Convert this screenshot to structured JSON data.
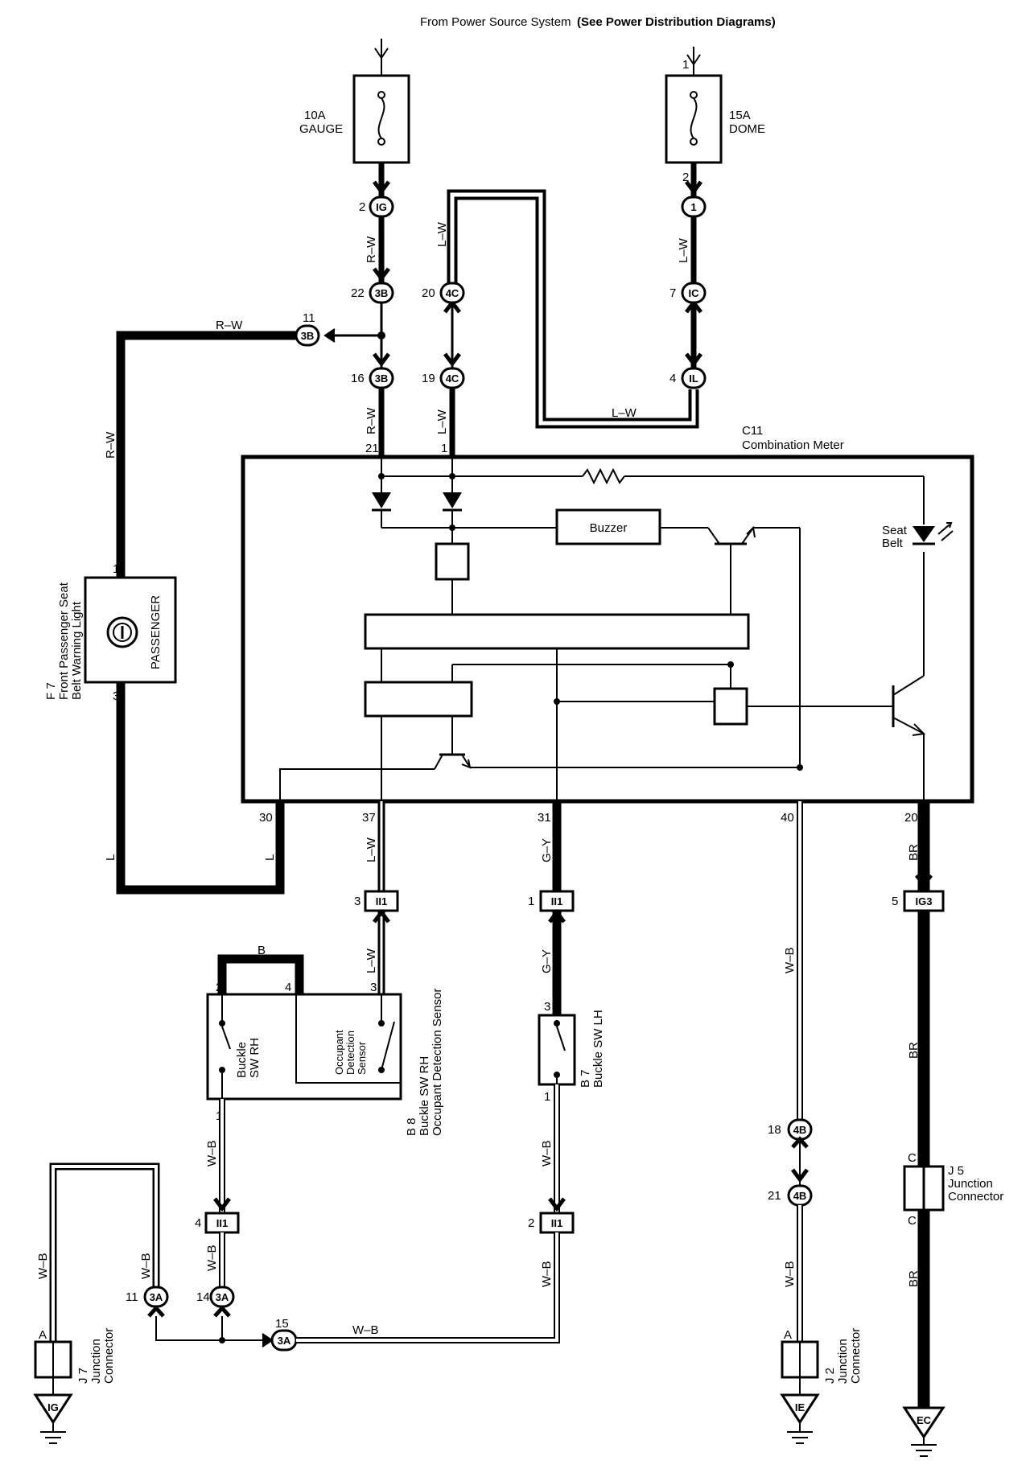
{
  "header": {
    "source_text": "From Power Source System",
    "see_text": "(See Power Distribution Diagrams)"
  },
  "fuses": {
    "gauge": {
      "amp": "10A",
      "name": "GAUGE"
    },
    "dome": {
      "amp": "15A",
      "name": "DOME"
    }
  },
  "wire_colors": {
    "rw": "R–W",
    "lw": "L–W",
    "l": "L",
    "gy": "G–Y",
    "wb": "W–B",
    "br": "BR",
    "b": "B"
  },
  "connectors": {
    "ig": "IG",
    "one": "1",
    "threeB": "3B",
    "fourC": "4C",
    "ic": "IC",
    "il": "IL",
    "ii1": "II1",
    "ig3": "IG3",
    "fourB": "4B",
    "threeA": "3A"
  },
  "pins": {
    "p1": "1",
    "p2": "2",
    "p3": "3",
    "p4": "4",
    "p5": "5",
    "p7": "7",
    "p11": "11",
    "p14": "14",
    "p15": "15",
    "p16": "16",
    "p18": "18",
    "p19": "19",
    "p20": "20",
    "p21": "21",
    "p22": "22",
    "p30": "30",
    "p31": "31",
    "p37": "37",
    "p40": "40",
    "pA": "A",
    "pC": "C"
  },
  "meter": {
    "code": "C11",
    "name": "Combination Meter",
    "buzzer": "Buzzer",
    "seat_belt_1": "Seat",
    "seat_belt_2": "Belt"
  },
  "f7": {
    "code": "F 7",
    "line1": "Front Passenger Seat",
    "line2": "Belt Warning Light",
    "lamp_label": "PASSENGER"
  },
  "b8": {
    "code": "B 8",
    "line1": "Buckle SW RH",
    "line2": "Occupant Detection Sensor",
    "buckle1": "Buckle",
    "buckle2": "SW RH",
    "occ1": "Occupant",
    "occ2": "Detection",
    "occ3": "Sensor"
  },
  "b7": {
    "code": "B 7",
    "line1": "Buckle SW LH"
  },
  "junctions": {
    "j5": {
      "code": "J 5",
      "line1": "Junction",
      "line2": "Connector"
    },
    "j7": {
      "code": "J 7",
      "line1": "Junction",
      "line2": "Connector"
    },
    "j2": {
      "code": "J 2",
      "line1": "Junction",
      "line2": "Connector"
    }
  },
  "grounds": {
    "ig": "IG",
    "ie": "IE",
    "ec": "EC"
  }
}
